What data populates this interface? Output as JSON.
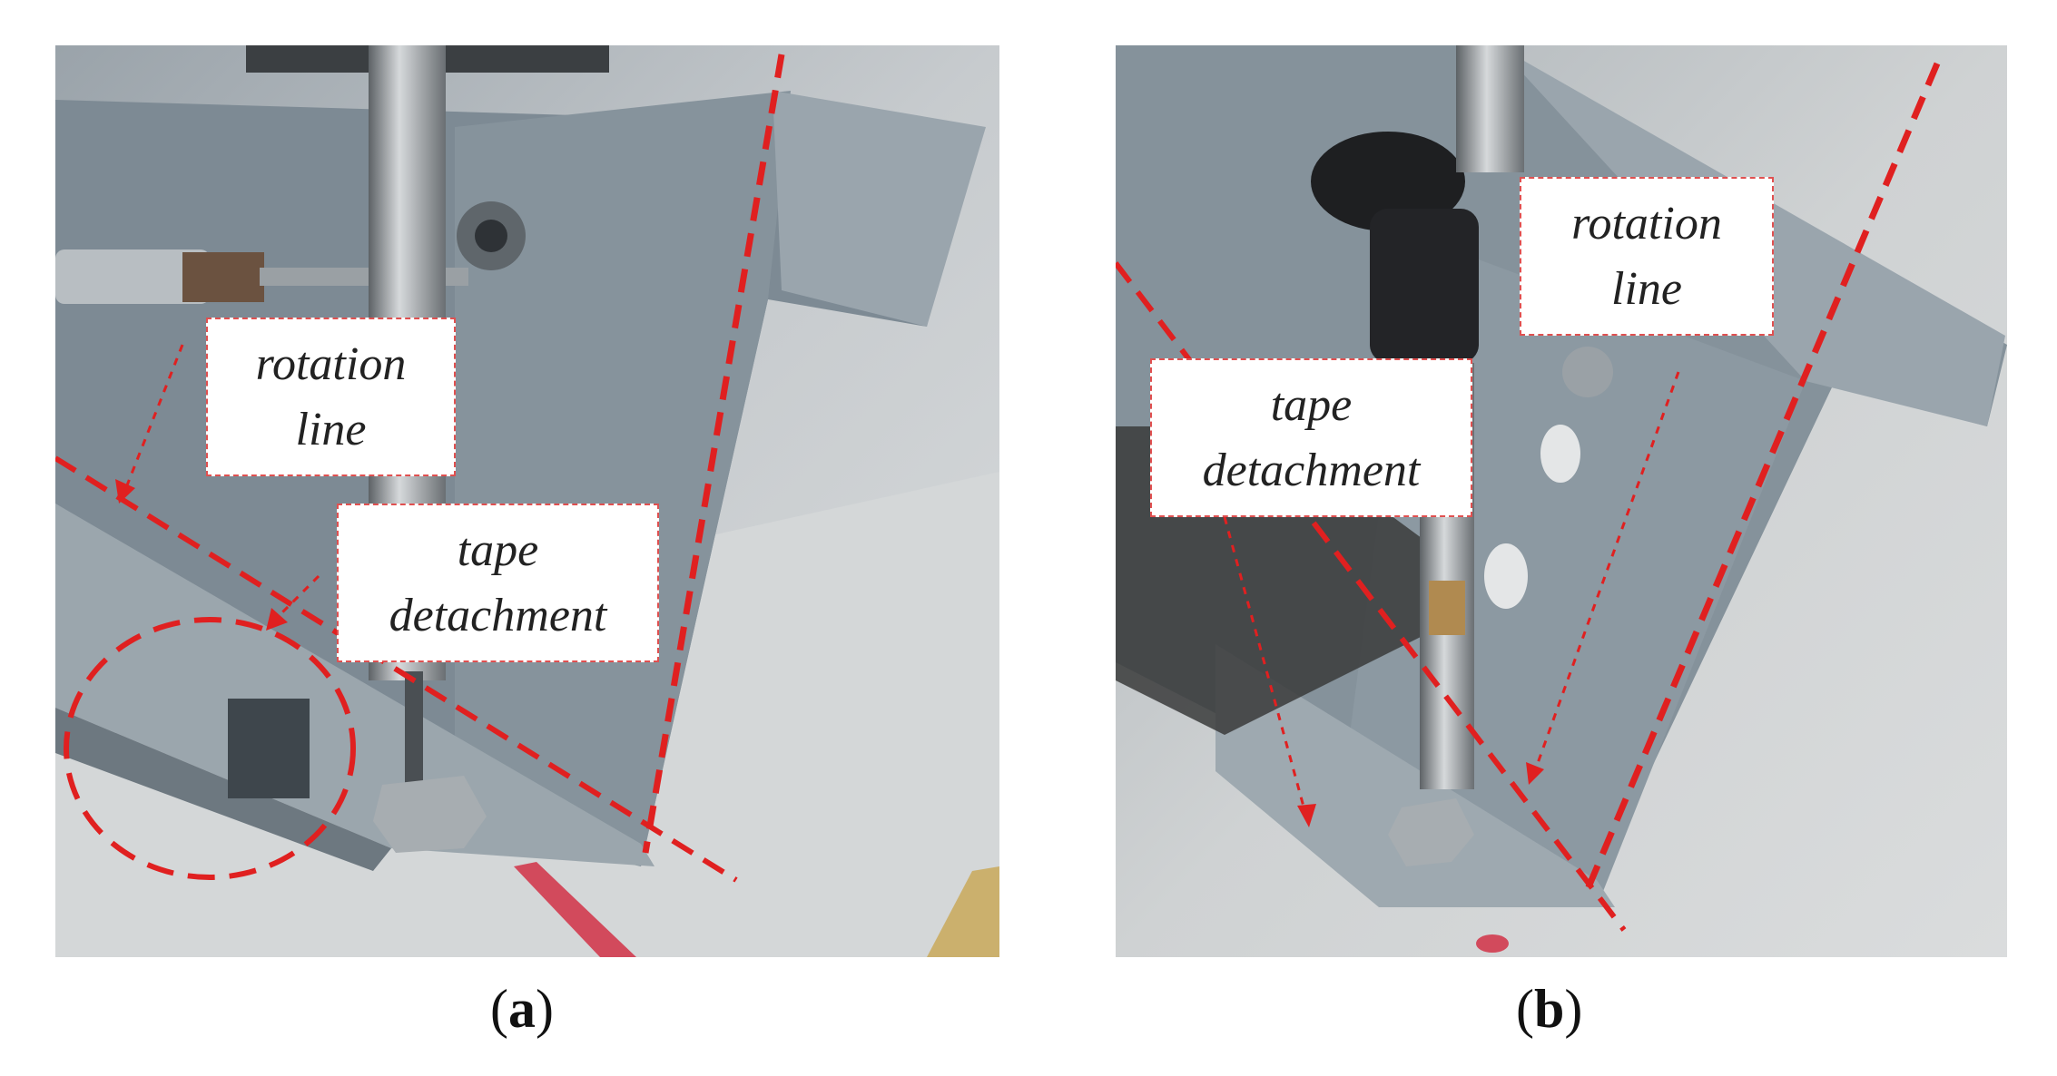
{
  "panel_a": {
    "rotation_label": [
      "rotation",
      "line"
    ],
    "tape_label": [
      "tape",
      "detachment"
    ],
    "caption_letter": "a"
  },
  "panel_b": {
    "rotation_label": [
      "rotation",
      "line"
    ],
    "tape_label": [
      "tape",
      "detachment"
    ],
    "caption_letter": "b"
  },
  "colors": {
    "annotation": "#e02020",
    "metal": "#7d8a94",
    "background": "#c9cdcf"
  }
}
